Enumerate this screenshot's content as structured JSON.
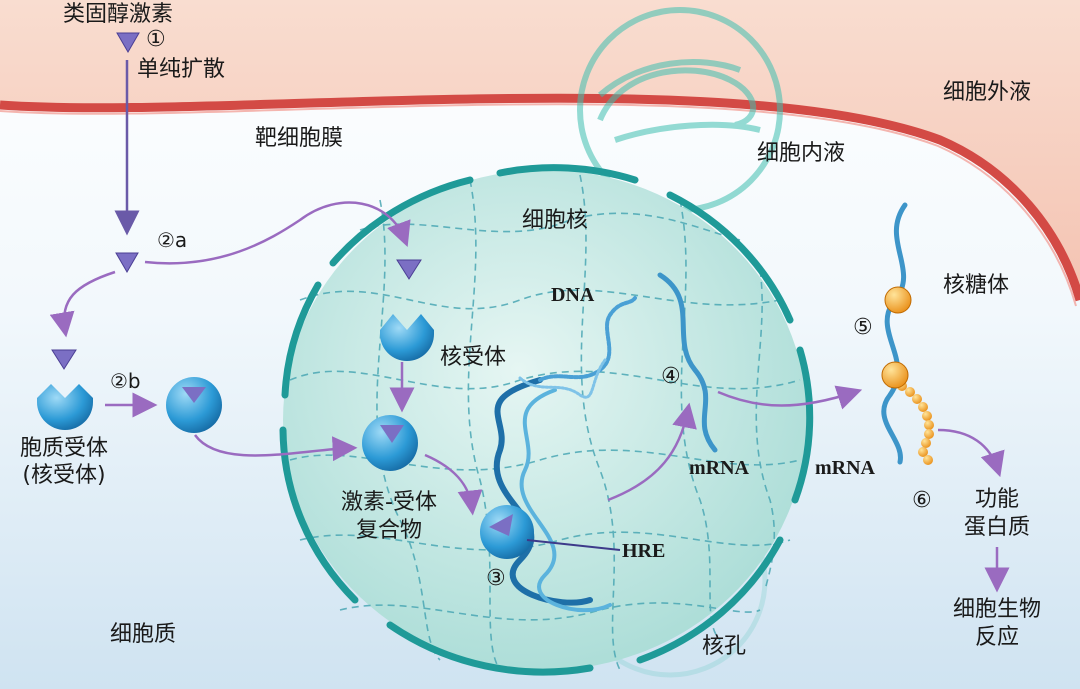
{
  "labels": {
    "steroid": "类固醇激素",
    "step1": "①",
    "diffusion": "单纯扩散",
    "target_membrane": "靶细胞膜",
    "extracellular": "细胞外液",
    "intracellular": "细胞内液",
    "nucleus": "细胞核",
    "step2a": "②a",
    "step2b": "②b",
    "cytoplasmic_receptor_1": "胞质受体",
    "cytoplasmic_receptor_2": "(核受体)",
    "nuclear_receptor": "核受体",
    "complex_1": "激素-受体",
    "complex_2": "复合物",
    "dna": "DNA",
    "hre": "HRE",
    "step3": "③",
    "step4": "④",
    "mrna_nucleus": "mRNA",
    "mrna_cyto": "mRNA",
    "step5": "⑤",
    "ribosome": "核糖体",
    "step6": "⑥",
    "protein_1": "功能",
    "protein_2": "蛋白质",
    "response_1": "细胞生物",
    "response_2": "反应",
    "cytoplasm": "细胞质",
    "nuclear_pore": "核孔"
  },
  "colors": {
    "extracellular_bg": "#f8d8cb",
    "membrane": "#d9534f",
    "nucleus_fill": "#bfe5e0",
    "nucleus_border": "#1f9a98",
    "receptor": "#1e88c8",
    "hormone": "#7b6fc4",
    "arrow": "#9a6bc0",
    "dna": "#2a7fb8",
    "ribosome": "#f0a020"
  }
}
